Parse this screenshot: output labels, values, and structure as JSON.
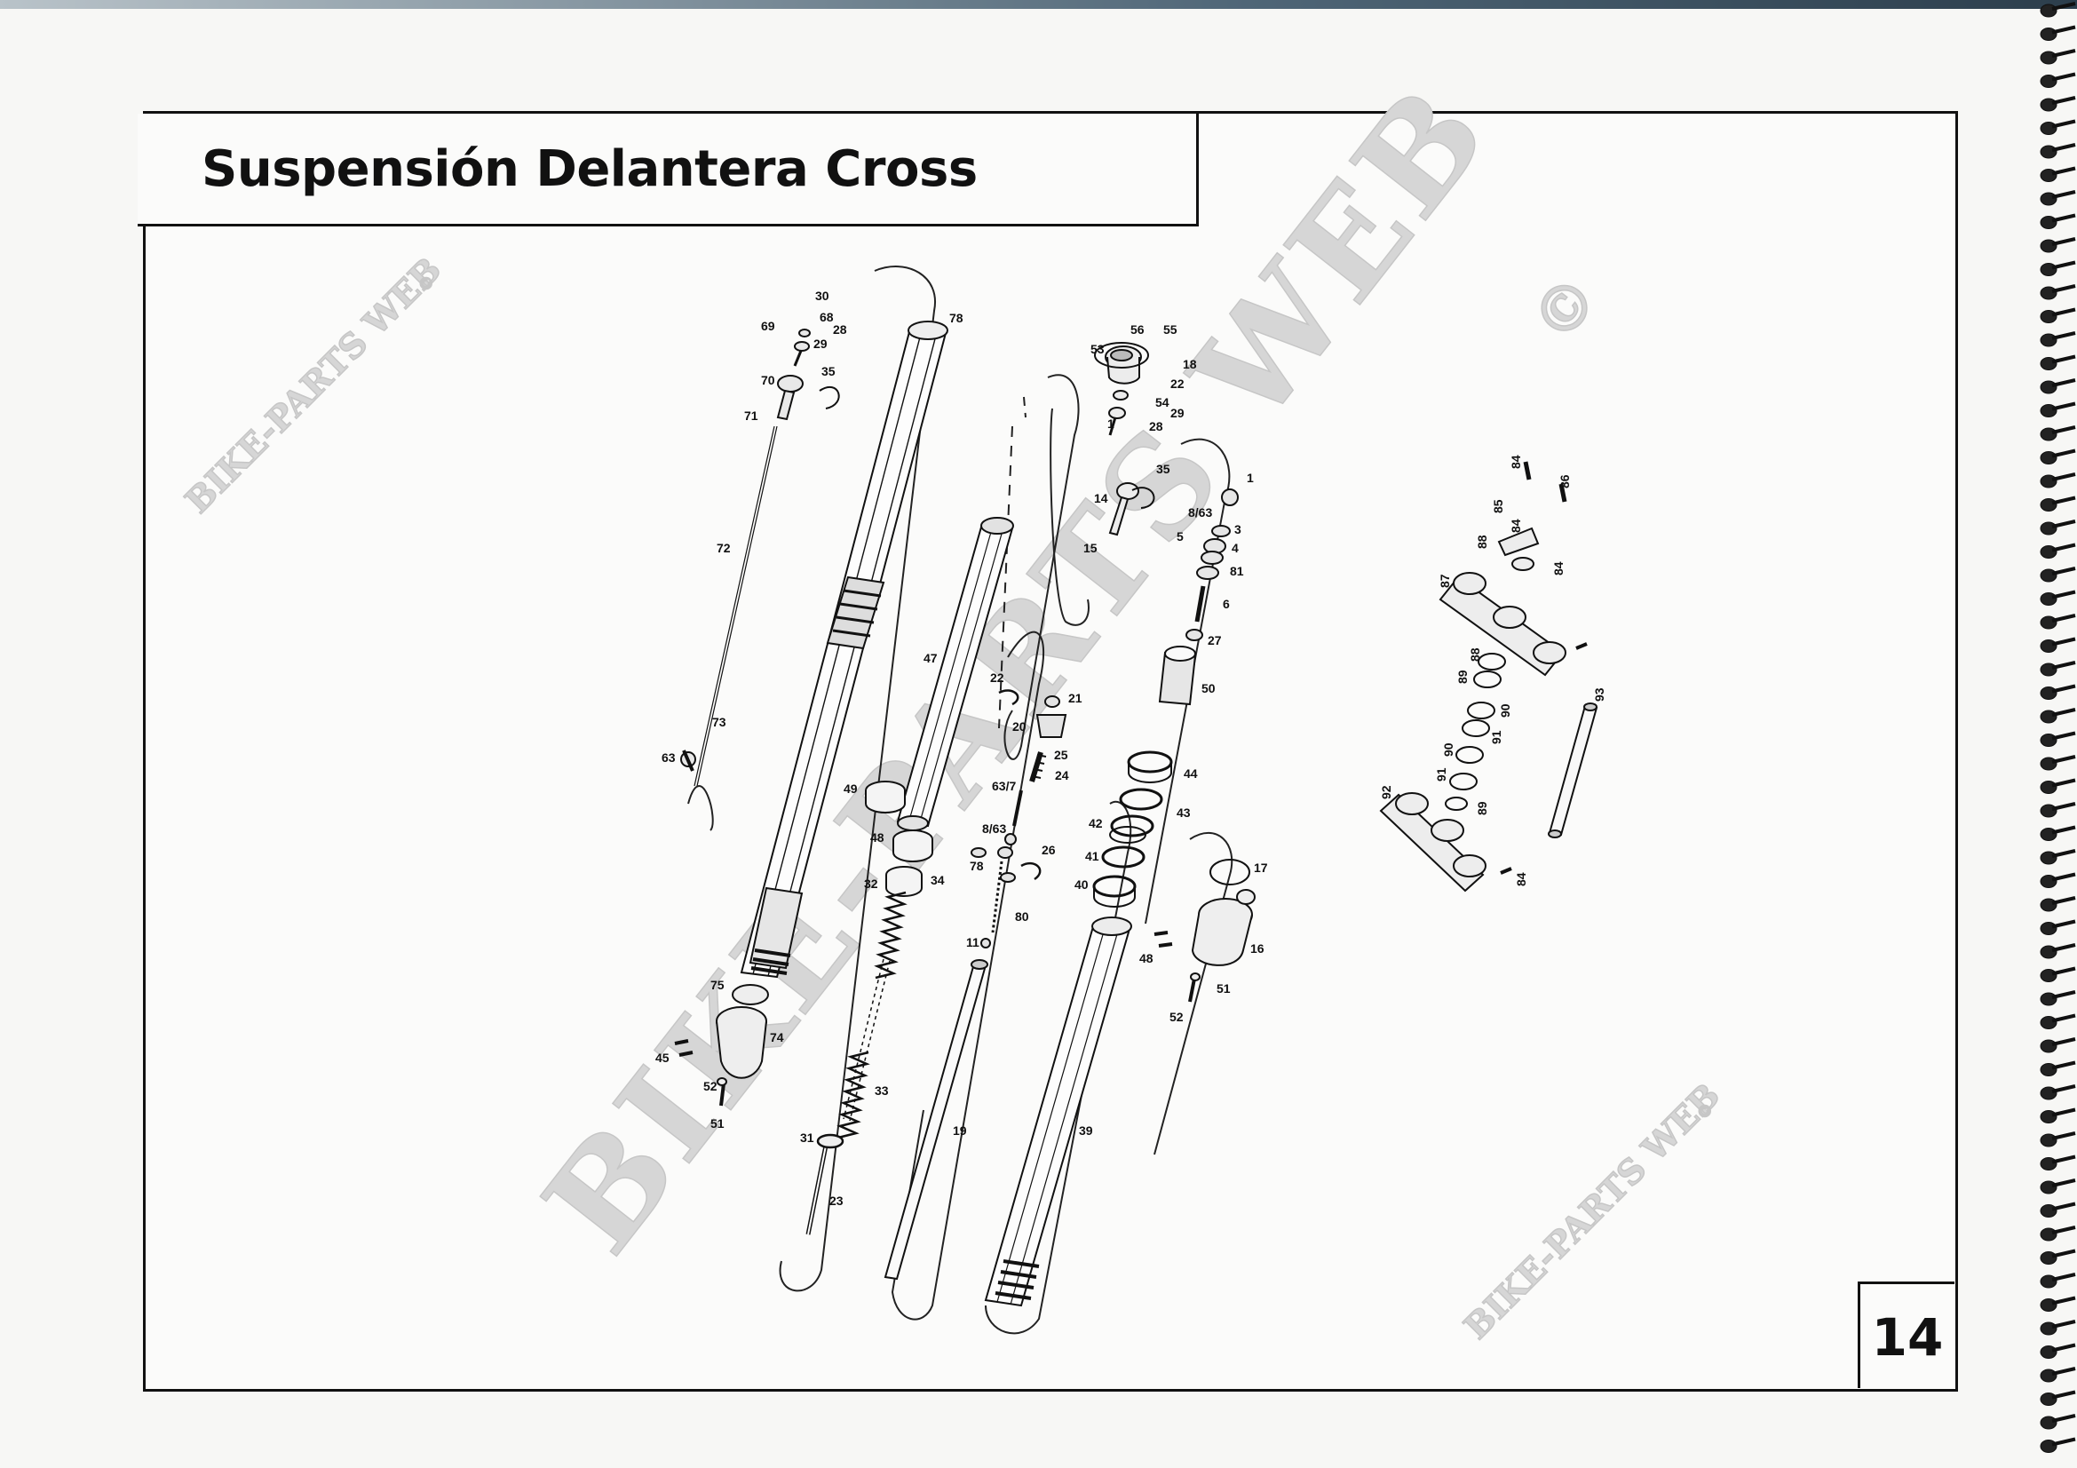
{
  "page": {
    "title": "Suspensión Delantera Cross",
    "page_number": "14"
  },
  "watermark": {
    "large": "BIKE-PARTS WEB",
    "large_symbol": "©",
    "small": "BIKE-PARTS WEB",
    "small_symbol": "©"
  },
  "callouts": {
    "c30": "30",
    "c68": "68",
    "c69": "69",
    "c28a": "28",
    "c29a": "29",
    "c70": "70",
    "c35a": "35",
    "c71": "71",
    "c72": "72",
    "c73": "73",
    "c63": "63",
    "c78a": "78",
    "c47": "47",
    "c49": "49",
    "c48a": "48",
    "c32": "32",
    "c34": "34",
    "c75": "75",
    "c74": "74",
    "c45": "45",
    "c52a": "52",
    "c51a": "51",
    "c33": "33",
    "c31": "31",
    "c23": "23",
    "c19": "19",
    "c39": "39",
    "c22": "22",
    "c21": "21",
    "c20": "20",
    "c25": "25",
    "c24": "24",
    "c63_7": "63/7",
    "c8_63a": "8/63",
    "c26": "26",
    "c78b": "78",
    "c80": "80",
    "c11": "11",
    "c56": "56",
    "c55": "55",
    "c53": "53",
    "c18": "18",
    "c22b": "22",
    "c54": "54",
    "c29b": "29",
    "c1a": "1",
    "c28b": "28",
    "c35b": "35",
    "c14": "14",
    "c15": "15",
    "c1b": "1",
    "c8_63b": "8/63",
    "c5": "5",
    "c3": "3",
    "c4": "4",
    "c81": "81",
    "c6": "6",
    "c27": "27",
    "c50": "50",
    "c44": "44",
    "c43": "43",
    "c42": "42",
    "c41": "41",
    "c40": "40",
    "c17": "17",
    "c16": "16",
    "c48b": "48",
    "c51b": "51",
    "c52b": "52",
    "r1": "84",
    "r2": "86",
    "r3": "85",
    "r4": "88",
    "r5": "84",
    "r6": "87",
    "r7": "84",
    "r8": "88",
    "r9": "89",
    "r10": "90",
    "r11": "91",
    "r12": "90",
    "r13": "91",
    "r14": "89",
    "r15": "93",
    "r16": "92",
    "r17": "84"
  }
}
